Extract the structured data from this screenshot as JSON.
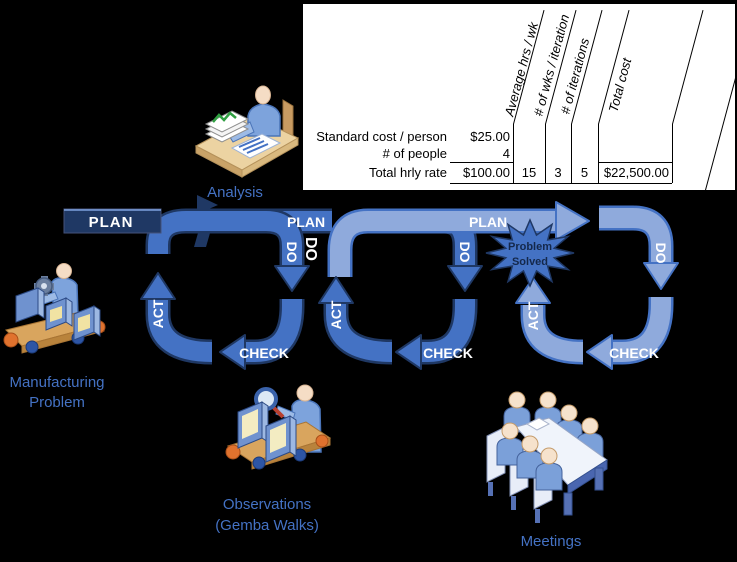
{
  "table": {
    "headers": [
      "Average hrs / wk",
      "# of wks / iteration",
      "# of iterations",
      "Total cost"
    ],
    "rows": [
      {
        "label": "Standard cost / person",
        "value": "$25.00"
      },
      {
        "label": "# of people",
        "value": "4"
      },
      {
        "label": "Total hrly rate",
        "value": "$100.00",
        "avg_hrs_wk": "15",
        "wks_per_iteration": "3",
        "iterations": "5",
        "total_cost": "$22,500.00"
      }
    ]
  },
  "diagram": {
    "banner_plan": "PLAN",
    "loop1": {
      "plan": "PLAN",
      "do": "DO",
      "check": "CHECK",
      "act": "ACT"
    },
    "loop2": {
      "plan": "PLAN",
      "do": "DO",
      "check": "CHECK",
      "act": "ACT",
      "stray_do": "DO"
    },
    "loop3": {
      "do": "DO",
      "check": "CHECK",
      "act": "ACT"
    },
    "starburst": {
      "line1": "Problem",
      "line2": "Solved"
    }
  },
  "captions": {
    "analysis": "Analysis",
    "manufacturing_line1": "Manufacturing",
    "manufacturing_line2": "Problem",
    "observations_line1": "Observations",
    "observations_line2": "(Gemba Walks)",
    "meetings": "Meetings"
  },
  "icons": {
    "analysis": "person-at-desk-with-reports-icon",
    "manufacturing": "worker-at-conveyor-with-gear-icon",
    "observations": "inspector-with-magnifying-glass-conveyor-icon",
    "meetings": "people-around-conference-table-icon"
  },
  "colors": {
    "background": "#000000",
    "medium_blue": "#4472c4",
    "light_blue": "#8faadc",
    "dark_navy": "#1f3864",
    "label_blue": "#4472c4",
    "table_bg": "#ffffff",
    "table_text": "#000000"
  }
}
